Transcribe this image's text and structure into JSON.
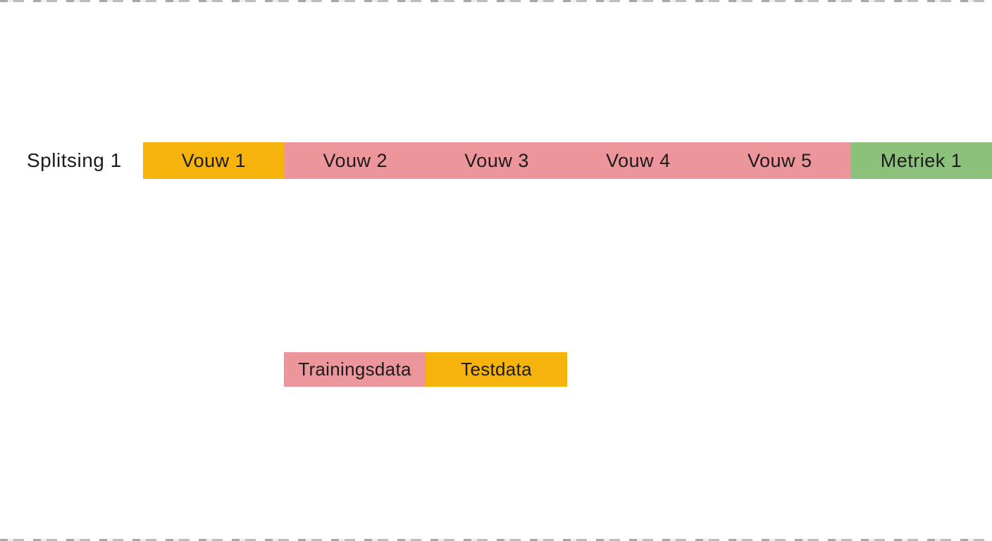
{
  "colors": {
    "test_yellow": "#F5B30B",
    "train_pink": "#EC959A",
    "metric_green": "#8CC17B",
    "text": "#1E1B1C",
    "background": "#FFFFFF"
  },
  "split_row": {
    "label": "Splitsing 1",
    "segments": [
      {
        "label": "Vouw 1",
        "role": "test"
      },
      {
        "label": "Vouw 2",
        "role": "train"
      },
      {
        "label": "Vouw 3",
        "role": "train"
      },
      {
        "label": "Vouw 4",
        "role": "train"
      },
      {
        "label": "Vouw 5",
        "role": "train"
      },
      {
        "label": "Metriek 1",
        "role": "metric"
      }
    ]
  },
  "legend": {
    "items": [
      {
        "label": "Trainingsdata",
        "role": "train"
      },
      {
        "label": "Testdata",
        "role": "test"
      }
    ]
  }
}
